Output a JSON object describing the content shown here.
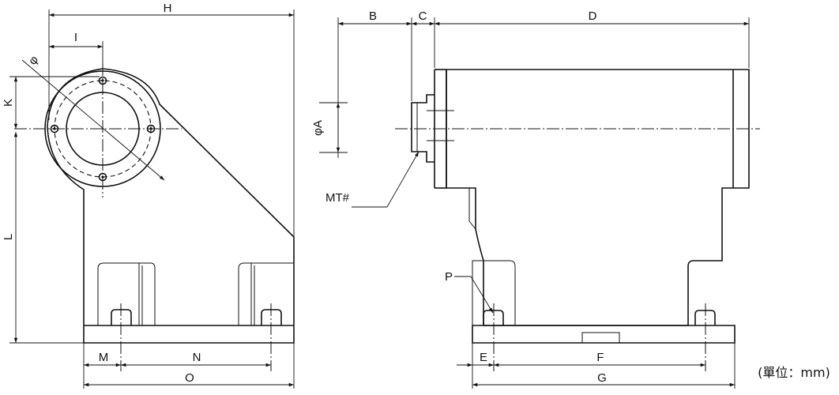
{
  "labels": {
    "H": "H",
    "I": "I",
    "phi": "φ",
    "K": "K",
    "L": "L",
    "M": "M",
    "N": "N",
    "O": "O",
    "B": "B",
    "C": "C",
    "D": "D",
    "phiA": "φA",
    "MT": "MT#",
    "P": "P",
    "E": "E",
    "F": "F",
    "G": "G"
  },
  "unit_note": "(單位：mm)"
}
